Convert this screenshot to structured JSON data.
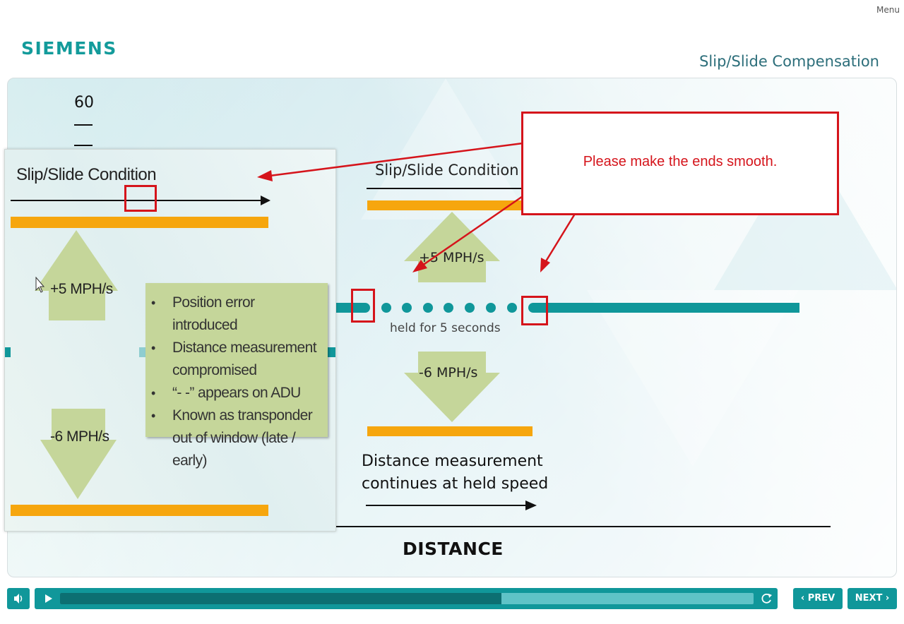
{
  "menu": {
    "label": "Menu"
  },
  "brand": {
    "logo_text": "SIEMENS",
    "color": "#139b9b"
  },
  "header": {
    "title": "Slip/Slide Compensation"
  },
  "chart_axis": {
    "top_tick": "60",
    "x_label": "DISTANCE"
  },
  "right_panel": {
    "title": "Slip/Slide Condition",
    "accel_label": "+5 MPH/s",
    "decel_label": "-6 MPH/s",
    "held_text": "held for 5 seconds",
    "distance_text_line1": "Distance measurement",
    "distance_text_line2": "continues at held speed"
  },
  "inset_panel": {
    "title": "Slip/Slide Condition",
    "accel_label": "+5 MPH/s",
    "decel_label": "-6 MPH/s",
    "bullets": [
      "Position error introduced",
      "Distance measurement compromised",
      "“- -” appears on ADU",
      "Known as transponder out of window (late / early)"
    ]
  },
  "callout": {
    "text": "Please make the ends smooth.",
    "color": "#d5141b"
  },
  "player": {
    "progress_fraction": 0.636,
    "volume_icon": "speaker-icon",
    "play_icon": "play-icon",
    "replay_icon": "replay-icon"
  },
  "nav": {
    "prev_label": "PREV",
    "next_label": "NEXT"
  },
  "colors": {
    "accent": "#10979a",
    "orange": "#f6a60e",
    "arrow_fill": "#c5d69a",
    "annotation": "#d5141b"
  }
}
